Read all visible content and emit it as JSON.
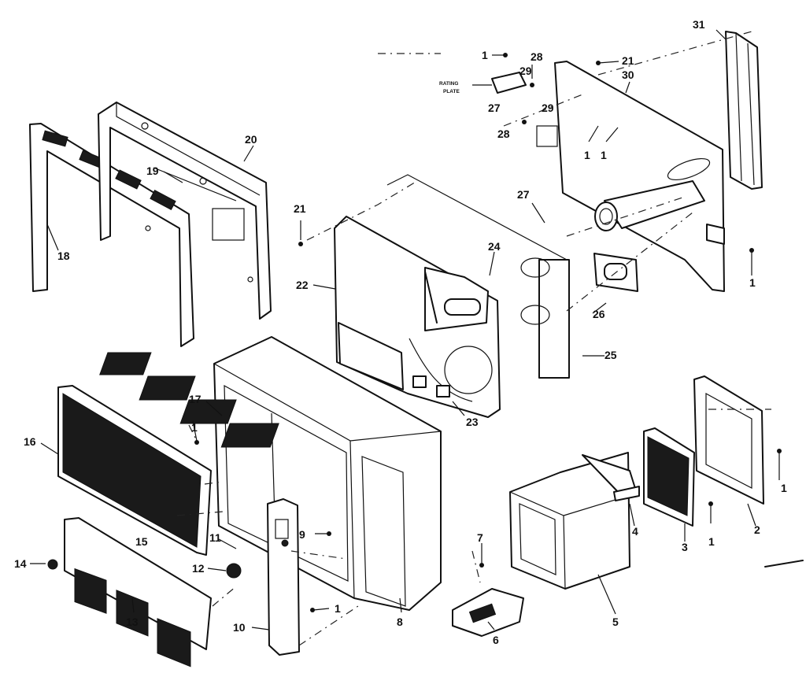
{
  "callouts": [
    {
      "id": "c1a",
      "text": "1"
    },
    {
      "id": "c1b",
      "text": "1"
    },
    {
      "id": "c1c",
      "text": "1"
    },
    {
      "id": "c1d",
      "text": "1"
    },
    {
      "id": "c1e",
      "text": "1"
    },
    {
      "id": "c1f",
      "text": "1"
    },
    {
      "id": "c1g",
      "text": "1"
    },
    {
      "id": "c1h",
      "text": "1"
    },
    {
      "id": "c2",
      "text": "2"
    },
    {
      "id": "c3",
      "text": "3"
    },
    {
      "id": "c4",
      "text": "4"
    },
    {
      "id": "c5",
      "text": "5"
    },
    {
      "id": "c6",
      "text": "6"
    },
    {
      "id": "c7",
      "text": "7"
    },
    {
      "id": "c8",
      "text": "8"
    },
    {
      "id": "c9",
      "text": "9"
    },
    {
      "id": "c10",
      "text": "10"
    },
    {
      "id": "c11",
      "text": "11"
    },
    {
      "id": "c12",
      "text": "12"
    },
    {
      "id": "c13",
      "text": "13"
    },
    {
      "id": "c14",
      "text": "14"
    },
    {
      "id": "c15",
      "text": "15"
    },
    {
      "id": "c16",
      "text": "16"
    },
    {
      "id": "c17",
      "text": "17"
    },
    {
      "id": "c18",
      "text": "18"
    },
    {
      "id": "c19",
      "text": "19"
    },
    {
      "id": "c20",
      "text": "20"
    },
    {
      "id": "c21a",
      "text": "21"
    },
    {
      "id": "c21b",
      "text": "21"
    },
    {
      "id": "c22",
      "text": "22"
    },
    {
      "id": "c23",
      "text": "23"
    },
    {
      "id": "c24",
      "text": "24"
    },
    {
      "id": "c25",
      "text": "25"
    },
    {
      "id": "c26",
      "text": "26"
    },
    {
      "id": "c27a",
      "text": "27"
    },
    {
      "id": "c27b",
      "text": "27"
    },
    {
      "id": "c28a",
      "text": "28"
    },
    {
      "id": "c28b",
      "text": "28"
    },
    {
      "id": "c29a",
      "text": "29"
    },
    {
      "id": "c29b",
      "text": "29"
    },
    {
      "id": "c30",
      "text": "30"
    },
    {
      "id": "c31",
      "text": "31"
    }
  ],
  "rating_plate": {
    "line1": "RATING",
    "line2": "PLATE"
  }
}
